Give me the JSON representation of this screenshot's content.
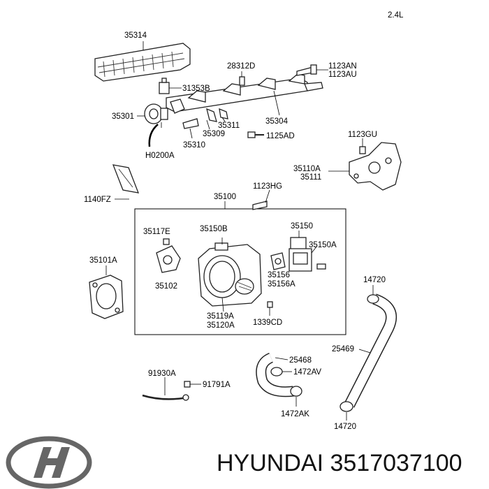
{
  "engine": "2.4L",
  "brand": {
    "logo_icon": "hyundai-logo-icon",
    "title": "HYUNDAI 3517037100"
  },
  "labels": {
    "l35314": "35314",
    "l28312D": "28312D",
    "l1123AN": "1123AN",
    "l1123AU": "1123AU",
    "l31353B": "31353B",
    "l35301": "35301",
    "l35311": "35311",
    "l35304": "35304",
    "l35309": "35309",
    "l1125AD": "1125AD",
    "l35310": "35310",
    "lH0200A": "H0200A",
    "l1123GU": "1123GU",
    "l35110A": "35110A",
    "l35111": "35111",
    "l1140FZ": "1140FZ",
    "l35100": "35100",
    "l1123HG": "1123HG",
    "l35117E": "35117E",
    "l35150B": "35150B",
    "l35150": "35150",
    "l35150A": "35150A",
    "l35101A": "35101A",
    "l35102": "35102",
    "l35156": "35156",
    "l35156A": "35156A",
    "l14720a": "14720",
    "l35119A": "35119A",
    "l35120A": "35120A",
    "l1339CD": "1339CD",
    "l25469": "25469",
    "l25468": "25468",
    "l1472AV": "1472AV",
    "l91930A": "91930A",
    "l91791A": "91791A",
    "l1472AK": "1472AK",
    "l14720b": "14720"
  }
}
